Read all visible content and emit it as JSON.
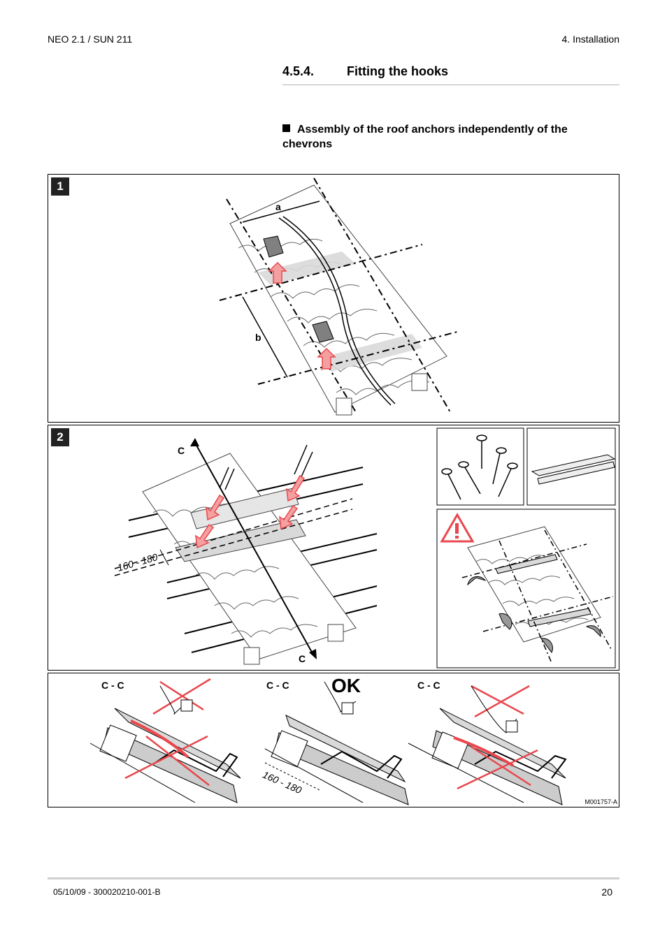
{
  "header": {
    "left": "NEO 2.1 / SUN 211",
    "right": "4.  Installation"
  },
  "section": {
    "number": "4.5.4.",
    "title": "Fitting the hooks"
  },
  "subheading": "Assembly of the roof anchors independently of the chevrons",
  "figure": {
    "panel1": {
      "badge": "1",
      "label_a": "a",
      "label_b": "b"
    },
    "panel2": {
      "badge": "2",
      "label_c_top": "C",
      "label_c_bottom": "C",
      "dimension": "160 - 180"
    },
    "panel3": {
      "section_labels": [
        "C - C",
        "C - C",
        "C - C"
      ],
      "ok_label": "OK",
      "dimension": "160 - 180",
      "reference": "M001757-A"
    },
    "icons": [
      "screws-icon",
      "rail-bars-icon",
      "warning-icon"
    ]
  },
  "footer": {
    "left": "05/10/09  - 300020210-001-B",
    "page": "20"
  },
  "colors": {
    "arrow_red": "#e8474d",
    "arrow_pink": "#f4a0a0",
    "shade_gray": "#d9d9d9",
    "dark_gray": "#808080"
  }
}
